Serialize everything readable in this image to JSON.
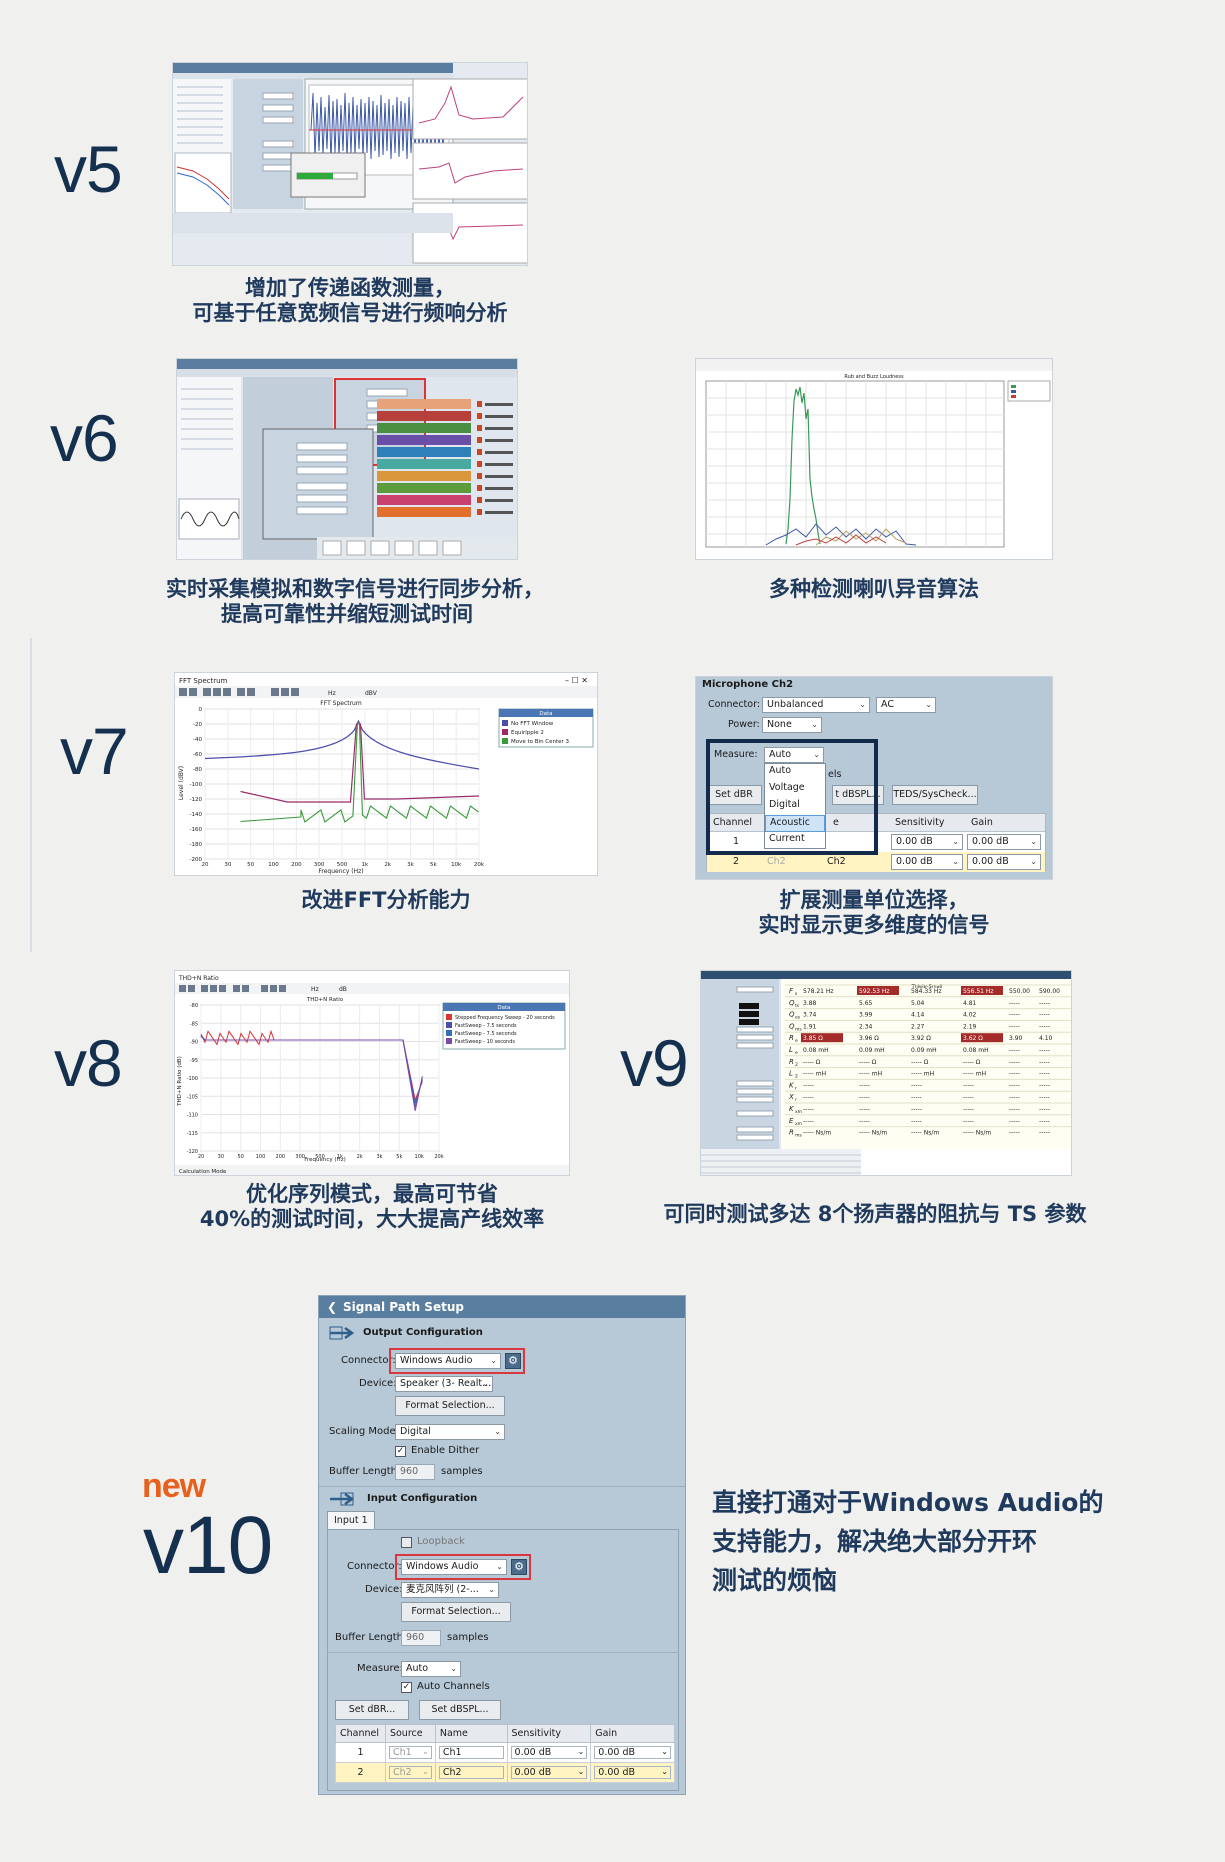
{
  "versions": {
    "v5": "v5",
    "v6": "v6",
    "v7": "v7",
    "v8": "v8",
    "v9": "v9",
    "v10": "v10",
    "new": "new"
  },
  "captions": {
    "v5": [
      "增加了传递函数测量，",
      "可基于任意宽频信号进行频响分析"
    ],
    "v6a": [
      "实时采集模拟和数字信号进行同步分析，",
      "提高可靠性并缩短测试时间"
    ],
    "v6b": [
      "多种检测喇叭异音算法"
    ],
    "v7a": [
      "改进FFT分析能力"
    ],
    "v7b": [
      "扩展测量单位选择，",
      "实时显示更多维度的信号"
    ],
    "v8": [
      "优化序列模式，最高可节省",
      "40%的测试时间，大大提高产线效率"
    ],
    "v9": [
      "可同时测试多达 8个扬声器的阻抗与 TS 参数"
    ],
    "v10": [
      "直接打通对于Windows Audio的",
      "支持能力，解决绝大部分开环",
      "测试的烦恼"
    ]
  },
  "fft": {
    "window_title": "FFT Spectrum",
    "chart_title": "FFT Spectrum",
    "ylabel": "Level (dBV)",
    "xlabel": "Frequency (Hz)",
    "x_unit": "Hz",
    "y_unit": "dBV",
    "legend_title": "Data",
    "legend": [
      "No FFT Window",
      "Equiripple 2",
      "Move to Bin Center 3"
    ],
    "yticks": [
      "0",
      "-20",
      "-40",
      "-60",
      "-80",
      "-100",
      "-120",
      "-140",
      "-160",
      "-180",
      "-200"
    ],
    "xticks": [
      "20",
      "30",
      "50",
      "100",
      "200",
      "300",
      "500",
      "1k",
      "2k",
      "3k",
      "5k",
      "10k",
      "20k"
    ]
  },
  "thd": {
    "window_title": "THD+N Ratio",
    "chart_title": "THD+N Ratio",
    "ylabel": "THD+N Ratio (dB)",
    "xlabel": "Frequency (Hz)",
    "x_unit": "Hz",
    "y_unit": "dB",
    "legend_title": "Data",
    "legend": [
      "Stepped Frequency Sweep - 20 seconds",
      "FastSweep - 7.5 seconds",
      "FastSweep - 7.5 seconds",
      "FastSweep - 10 seconds"
    ],
    "yticks": [
      "-80",
      "-85",
      "-90",
      "-95",
      "-100",
      "-105",
      "-110",
      "-115",
      "-120"
    ],
    "xticks": [
      "20",
      "30",
      "50",
      "100",
      "200",
      "300",
      "500",
      "1k",
      "2k",
      "3k",
      "5k",
      "10k",
      "20k"
    ],
    "footer": "Calculation Mode"
  },
  "rubbuzz": {
    "title": "Rub and Buzz Loudness"
  },
  "mic": {
    "title": "Microphone Ch2",
    "connector_label": "Connector:",
    "connector_value": "Unbalanced",
    "coupling_value": "AC",
    "power_label": "Power:",
    "power_value": "None",
    "measure_label": "Measure:",
    "measure_value": "Auto",
    "options": [
      "Auto",
      "Voltage",
      "Digital",
      "Acoustic",
      "Current"
    ],
    "selected_option": "Acoustic",
    "partial_els": "els",
    "set_dbr": "Set dBR",
    "set_dbspl_partial": "t dBSPL...",
    "teds": "TEDS/SysCheck...",
    "columns": [
      "Channel",
      "",
      "e",
      "Sensitivity",
      "Gain"
    ],
    "rows": [
      {
        "channel": "1",
        "source": "",
        "name": "",
        "sens": "0.00 dB",
        "gain": "0.00 dB"
      },
      {
        "channel": "2",
        "source": "Ch2",
        "name": "Ch2",
        "sens": "0.00 dB",
        "gain": "0.00 dB"
      }
    ]
  },
  "v9table": {
    "title": "Thiele-Small",
    "rows": [
      {
        "p": "F",
        "s": "s",
        "v": [
          "578.21 Hz",
          "592.53 Hz",
          "584.33 Hz",
          "556.51 Hz",
          "550.00",
          "590.00"
        ]
      },
      {
        "p": "Q",
        "s": "ts",
        "v": [
          "3.88",
          "5.65",
          "5.04",
          "4.81",
          "-----",
          "-----"
        ]
      },
      {
        "p": "Q",
        "s": "es",
        "v": [
          "3.74",
          "3.99",
          "4.14",
          "4.02",
          "-----",
          "-----"
        ]
      },
      {
        "p": "Q",
        "s": "ms",
        "v": [
          "1.91",
          "2.34",
          "2.27",
          "2.19",
          "-----",
          "-----"
        ]
      },
      {
        "p": "R",
        "s": "e",
        "v": [
          "3.85 Ω",
          "3.96 Ω",
          "3.92 Ω",
          "3.62 Ω",
          "3.90",
          "4.10"
        ]
      },
      {
        "p": "L",
        "s": "e",
        "v": [
          "0.08 mH",
          "0.09 mH",
          "0.09 mH",
          "0.08 mH",
          "-----",
          "-----"
        ]
      },
      {
        "p": "R",
        "s": "2",
        "v": [
          "----- Ω",
          "----- Ω",
          "----- Ω",
          "----- Ω",
          "-----",
          "-----"
        ]
      },
      {
        "p": "L",
        "s": "2",
        "v": [
          "----- mH",
          "----- mH",
          "----- mH",
          "----- mH",
          "-----",
          "-----"
        ]
      },
      {
        "p": "K",
        "s": "r",
        "v": [
          "-----",
          "-----",
          "-----",
          "-----",
          "-----",
          "-----"
        ]
      },
      {
        "p": "X",
        "s": "r",
        "v": [
          "-----",
          "-----",
          "-----",
          "-----",
          "-----",
          "-----"
        ]
      },
      {
        "p": "K",
        "s": "xm",
        "v": [
          "-----",
          "-----",
          "-----",
          "-----",
          "-----",
          "-----"
        ]
      },
      {
        "p": "E",
        "s": "xm",
        "v": [
          "-----",
          "-----",
          "-----",
          "-----",
          "-----",
          "-----"
        ]
      },
      {
        "p": "R",
        "s": "ms",
        "v": [
          "----- Ns/m",
          "----- Ns/m",
          "----- Ns/m",
          "----- Ns/m",
          "-----",
          "-----"
        ]
      }
    ]
  },
  "signal_path": {
    "title": "Signal Path Setup",
    "output_config": "Output Configuration",
    "connector_label": "Connector:",
    "connector_value": "Windows Audio",
    "device_label": "Device:",
    "output_device": "Speaker (3- Realt...",
    "format_selection": "Format Selection...",
    "scaling_label": "Scaling Mode:",
    "scaling_value": "Digital",
    "enable_dither": "Enable Dither",
    "buffer_label": "Buffer Length:",
    "buffer_value": "960",
    "samples": "samples",
    "input_config": "Input Configuration",
    "input_tab": "Input 1",
    "loopback": "Loopback",
    "input_connector_value": "Windows Audio",
    "input_device": "麦克风阵列 (2-...",
    "measure_label": "Measure:",
    "measure_value": "Auto",
    "auto_channels": "Auto Channels",
    "set_dbr": "Set dBR...",
    "set_dbspl": "Set dBSPL...",
    "columns": [
      "Channel",
      "Source",
      "Name",
      "Sensitivity",
      "Gain"
    ],
    "rows": [
      {
        "channel": "1",
        "source": "Ch1",
        "name": "Ch1",
        "sens": "0.00 dB",
        "gain": "0.00 dB"
      },
      {
        "channel": "2",
        "source": "Ch2",
        "name": "Ch2",
        "sens": "0.00 dB",
        "gain": "0.00 dB"
      }
    ]
  },
  "colors": {
    "text": "#1f3a5c",
    "accent_new": "#e8601c",
    "highlight": "#d9363e",
    "panel_bg": "#b7c8d6",
    "panel_header": "#5a7ea0"
  }
}
